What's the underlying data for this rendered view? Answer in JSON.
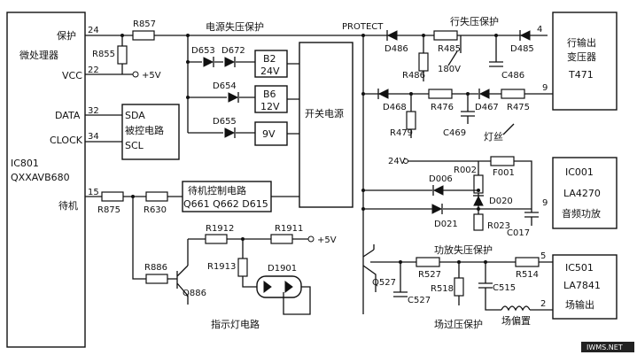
{
  "blocks": {
    "mcu_line1": "微处理器",
    "mcu_line2": "IC801",
    "mcu_line3": "QXXAVB680",
    "mcu_pin_protect": "保护",
    "mcu_pin_vcc": "VCC",
    "mcu_pin_data": "DATA",
    "mcu_pin_clock": "CLOCK",
    "mcu_pin_standby": "待机",
    "pin24": "24",
    "pin22": "22",
    "pin32": "32",
    "pin34": "34",
    "pin15": "15",
    "controlled_sda": "SDA",
    "controlled_name": "被控电路",
    "controlled_scl": "SCL",
    "smps": "开关电源",
    "standby_ctrl_1": "待机控制电路",
    "standby_ctrl_2": "Q661 Q662 D615",
    "b2_1": "B2",
    "b2_2": "24V",
    "b6_1": "B6",
    "b6_2": "12V",
    "b9": "9V",
    "t471_1": "行输出",
    "t471_2": "变压器",
    "t471_3": "T471",
    "ic001_1": "IC001",
    "ic001_2": "LA4270",
    "ic001_3": "音频功放",
    "ic501_1": "IC501",
    "ic501_2": "LA7841",
    "ic501_3": "场输出"
  },
  "captions": {
    "power_loss": "电源失压保护",
    "protect": "PROTECT",
    "line_loss": "行失压保护",
    "amp_loss": "功放失压保护",
    "field_over": "场过压保护",
    "indicator": "指示灯电路",
    "filament": "灯丝",
    "yoke": "场偏置",
    "v180": "180V",
    "v24": "24V",
    "plus5_top": "+5V",
    "plus5_bottom": "+5V"
  },
  "components": {
    "R857": "R857",
    "R855": "R855",
    "D653": "D653",
    "D672": "D672",
    "D654": "D654",
    "D655": "D655",
    "R875": "R875",
    "R630": "R630",
    "R1912": "R1912",
    "R1911": "R1911",
    "R1913": "R1913",
    "D1901": "D1901",
    "R886": "R886",
    "Q886": "Q886",
    "D486": "D486",
    "R485": "R485",
    "D485": "D485",
    "R486": "R486",
    "C486": "C486",
    "D468": "D468",
    "R476": "R476",
    "D467": "D467",
    "R475": "R475",
    "R479": "R479",
    "C469": "C469",
    "R002": "R002",
    "F001": "F001",
    "D006": "D006",
    "D020": "D020",
    "D021": "D021",
    "R023": "R023",
    "C017": "C017",
    "Q527": "Q527",
    "R527": "R527",
    "R518": "R518",
    "C515": "C515",
    "C527": "C527",
    "R514": "R514",
    "pin4": "4",
    "pin9a": "9",
    "pin9b": "9",
    "pin5": "5",
    "pin2": "2"
  },
  "watermark": "IWMS.NET"
}
